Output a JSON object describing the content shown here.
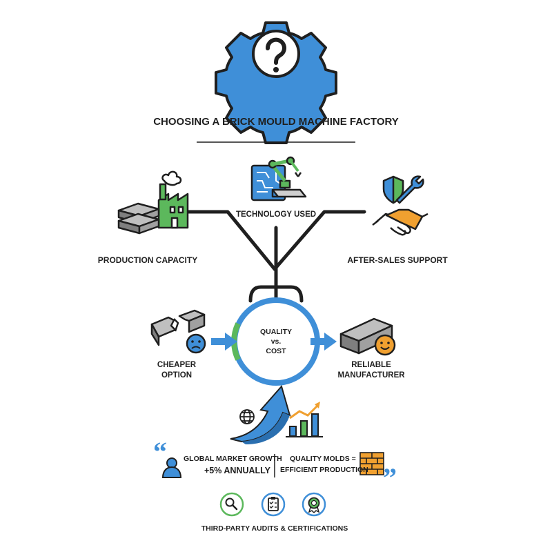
{
  "title": "CHOOSING A BRICK MOULD MACHINE FACTORY",
  "factors": {
    "production": "PRODUCTION CAPACITY",
    "technology": "TECHNOLOGY USED",
    "support": "AFTER-SALES SUPPORT"
  },
  "center": {
    "line1": "QUALITY",
    "line2": "vs.",
    "line3": "COST"
  },
  "options": {
    "cheaper_line1": "CHEAPER",
    "cheaper_line2": "OPTION",
    "reliable_line1": "RELIABLE",
    "reliable_line2": "MANUFACTURER"
  },
  "quotes": {
    "growth_line1": "GLOBAL MARKET GROWTH",
    "growth_line2": "+5% ANNUALLY",
    "molds_line1": "QUALITY MOLDS =",
    "molds_line2": "EFFICIENT PRODUCTION"
  },
  "footer": "THIRD-PARTY AUDITS & CERTIFICATIONS",
  "colors": {
    "blue": "#3f8fd8",
    "dark": "#1f1f1f",
    "green": "#5cb85c",
    "orange": "#f0a030",
    "gray": "#8c8c8c"
  },
  "icons": [
    "gear-question-icon",
    "factory-bricks-icon",
    "robot-arm-circuit-icon",
    "handshake-shield-wrench-icon",
    "broken-brick-sad-icon",
    "brick-smiley-icon",
    "globe-icon",
    "arrow-up-curve-icon",
    "bar-chart-growth-icon",
    "person-icon",
    "brick-wall-icon",
    "magnifier-icon",
    "clipboard-checklist-icon",
    "certificate-badge-icon"
  ]
}
